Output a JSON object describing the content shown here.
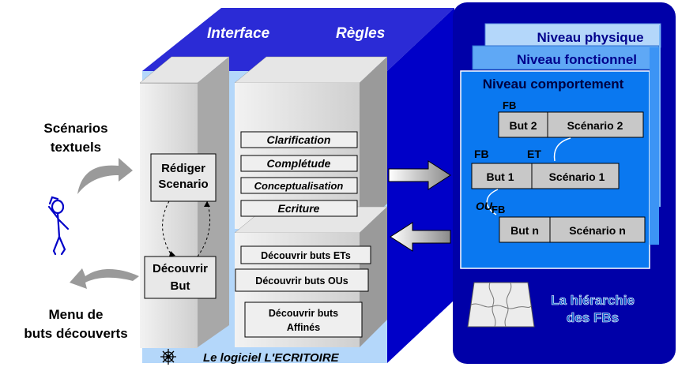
{
  "cube": {
    "top_left_label": "Interface",
    "top_right_label": "Règles",
    "footer_label": "Le logiciel L'ECRITOIRE",
    "rediger": [
      "Rédiger",
      "Scenario"
    ],
    "decouvrir": [
      "Découvrir",
      "But"
    ],
    "rules_top": [
      "Clarification",
      "Complétude",
      "Conceptualisation",
      "Ecriture"
    ],
    "rules_bottom": [
      "Découvrir buts ETs",
      "Découvrir buts OUs"
    ],
    "rules_affines": [
      "Découvrir buts",
      "Affinés"
    ]
  },
  "left": {
    "scenarios": [
      "Scénarios",
      "textuels"
    ],
    "menu": [
      "Menu de",
      "buts découverts"
    ]
  },
  "hierarchy": {
    "levels": [
      "Niveau physique",
      "Niveau fonctionnel",
      "Niveau comportement"
    ],
    "fb_label": "FB",
    "et_label": "ET",
    "ou_label": "OU",
    "rows": [
      {
        "but": "But 2",
        "scenario": "Scénario 2"
      },
      {
        "but": "But 1",
        "scenario": "Scénario 1"
      },
      {
        "but": "But n",
        "scenario": "Scénario n"
      }
    ],
    "caption": [
      "La hiérarchie",
      "des FBs"
    ]
  },
  "colors": {
    "cube_top": "#2b2bd6",
    "cube_side": "#0000c8",
    "panel_dark": "#0000a8",
    "panel_blue": "#0a78f0",
    "panel_light": "#b4d7fa",
    "box_gray": "#c8c8c8",
    "face_gray": "#dcdcdc"
  }
}
